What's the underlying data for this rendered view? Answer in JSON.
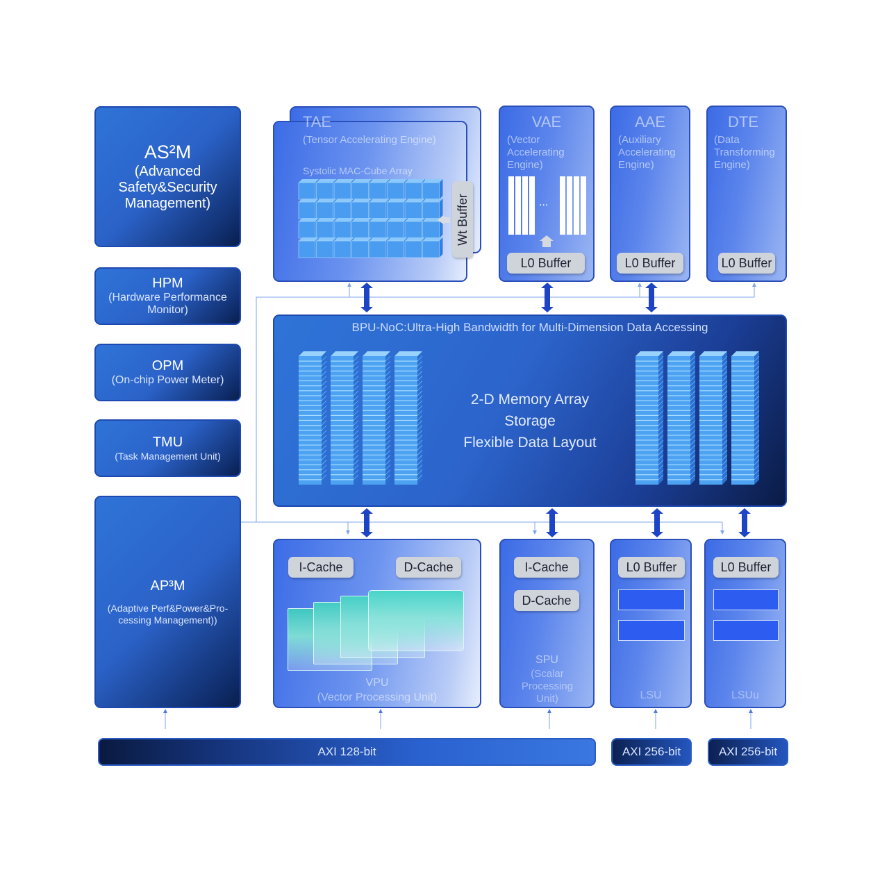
{
  "left": {
    "as2m": {
      "title": "AS²M",
      "desc": "(Advanced Safety&Security Management)"
    },
    "hpm": {
      "title": "HPM",
      "desc": "(Hardware Performance Monitor)"
    },
    "opm": {
      "title": "OPM",
      "desc": "(On-chip Power Meter)"
    },
    "tmu": {
      "title": "TMU",
      "desc": "(Task Management Unit)"
    },
    "ap3m": {
      "title": "AP³M",
      "desc": "(Adaptive Perf&Power&Pro-cessing Management))"
    }
  },
  "engines": {
    "tae": {
      "title": "TAE",
      "desc": "(Tensor Accelerating Engine)",
      "array_label": "Systolic MAC-Cube Array",
      "buffer": "Wt Buffer"
    },
    "vae": {
      "title": "VAE",
      "desc": "(Vector Accelerating Engine)",
      "ellipsis": "...",
      "buffer": "L0 Buffer"
    },
    "aae": {
      "title": "AAE",
      "desc": "(Auxiliary Accelerating Engine)",
      "buffer": "L0 Buffer"
    },
    "dte": {
      "title": "DTE",
      "desc": "(Data Transforming Engine)",
      "buffer": "L0 Buffer"
    }
  },
  "noc": {
    "title": "BPU-NoC:Ultra-High Bandwidth for Multi-Dimension  Data Accessing",
    "lines": [
      "2-D Memory Array",
      "Storage",
      "Flexible Data Layout"
    ]
  },
  "units": {
    "vpu": {
      "icache": "I-Cache",
      "dcache": "D-Cache",
      "title": "VPU",
      "desc": "(Vector Processing Unit)"
    },
    "spu": {
      "icache": "I-Cache",
      "dcache": "D-Cache",
      "title": "SPU",
      "desc": "(Scalar Processing Unit)"
    },
    "lsu1": {
      "buffer": "L0 Buffer",
      "title": "LSU"
    },
    "lsu2": {
      "buffer": "L0 Buffer",
      "title": "LSUu"
    }
  },
  "axi": {
    "bus1": "AXI 128-bit",
    "bus2": "AXI 256-bit",
    "bus3": "AXI 256-bit"
  },
  "colors": {
    "primary": "#2f6fd6",
    "dark": "#0a1f4a",
    "arrow": "#1e44c6",
    "cube": "#4a9cf0",
    "teal": "#4fd6c8"
  }
}
